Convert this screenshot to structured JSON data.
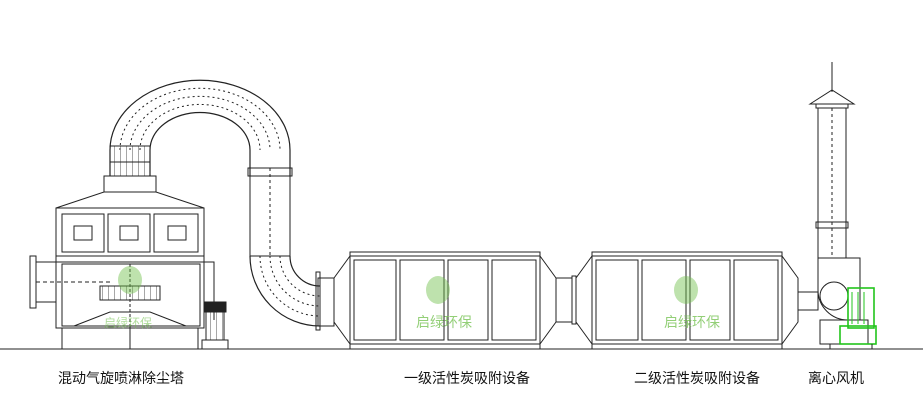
{
  "labels": {
    "scrubber": "混动气旋喷淋除尘塔",
    "carbon1": "一级活性炭吸附设备",
    "carbon2": "二级活性炭吸附设备",
    "fan": "离心风机"
  },
  "watermark": "启绿环保",
  "colors": {
    "line": "#1a1a1a",
    "fan_accent": "#22c41c",
    "watermark": "#6fbf4a"
  }
}
